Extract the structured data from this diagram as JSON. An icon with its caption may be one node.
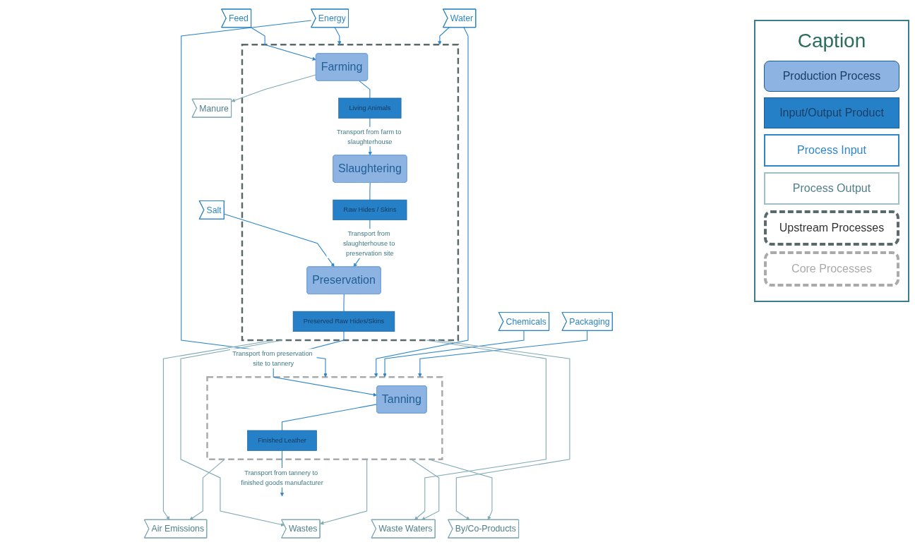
{
  "diagram": {
    "nodes": [
      {
        "text": [
          "Feed"
        ]
      },
      {
        "text": [
          "Salt"
        ]
      },
      {
        "text": [
          "Energy"
        ]
      },
      {
        "text": [
          "Water"
        ]
      },
      {
        "text": [
          "Chemicals"
        ]
      },
      {
        "text": [
          "Packaging"
        ]
      },
      {
        "text": [],
        "shape": "box"
      },
      {
        "text": [
          "Farming"
        ],
        "in": 6
      },
      {
        "text": [
          "Living Animals"
        ],
        "in": 6
      },
      {
        "text": [
          "Slaughtering"
        ],
        "in": 6
      },
      {
        "text": [
          "Raw Hides / Skins"
        ],
        "in": 6
      },
      {
        "text": [
          "Preservation"
        ],
        "in": 6
      },
      {
        "text": [
          "Preserved Raw Hides/Skins"
        ],
        "in": 6
      },
      {
        "text": [],
        "shape": "box"
      },
      {
        "text": [
          "Tanning"
        ],
        "in": 13
      },
      {
        "text": [
          "Finished Leather"
        ],
        "in": 13
      },
      {
        "text": [
          "Manure"
        ]
      },
      {
        "text": [
          "Air Emissions"
        ]
      },
      {
        "text": [
          "Wastes"
        ]
      },
      {
        "text": [
          "Waste Waters"
        ]
      },
      {
        "text": [
          "By/Co-Products"
        ]
      }
    ],
    "edges": [
      {
        "from": 0,
        "to": 7,
        "arrow": "to",
        "color": "#2e86c8"
      },
      {
        "from": 1,
        "to": 11,
        "arrow": "to",
        "color": "#2e86c8"
      },
      {
        "from": 2,
        "to": 6,
        "arrow": "to",
        "color": "#2e86c8"
      },
      {
        "from": 3,
        "to": 6,
        "arrow": "to",
        "color": "#2e86c8"
      },
      {
        "from": 2,
        "to": 13,
        "arrow": "to",
        "color": "#2e86c8"
      },
      {
        "from": 3,
        "to": 13,
        "arrow": "to",
        "color": "#2e86c8"
      },
      {
        "from": 4,
        "to": 13,
        "arrow": "to",
        "color": "#2e86c8"
      },
      {
        "from": 5,
        "to": 13,
        "arrow": "to",
        "color": "#2e86c8"
      },
      {
        "from": 7,
        "to": 8,
        "arrow": "none",
        "color": "#2e86c8"
      },
      {
        "from": 8,
        "to": 9,
        "arrow": "to",
        "label": "Transport from farm to slaughterhouse",
        "color": "#2e86c8"
      },
      {
        "from": 9,
        "to": 10,
        "arrow": "none",
        "color": "#2e86c8"
      },
      {
        "from": 10,
        "to": 11,
        "arrow": "to",
        "label": "Transport from slaughterhouse to preservation site",
        "color": "#2e86c8"
      },
      {
        "from": 11,
        "to": 12,
        "arrow": "none",
        "color": "#2e86c8"
      },
      {
        "from": 12,
        "to": 14,
        "arrow": "to",
        "label": "Transport from preservation site to tannery",
        "color": "#2e86c8"
      },
      {
        "from": 14,
        "to": 15,
        "arrow": "none",
        "color": "#2e86c8"
      },
      {
        "from": 15,
        "to": null,
        "arrow": "to",
        "label": "Transport from tannery to finished goods manufacturer",
        "color": "#2e86c8"
      },
      {
        "from": 7,
        "to": 16,
        "arrow": "to"
      },
      {
        "from": 6,
        "to": 17,
        "arrow": "to"
      },
      {
        "from": 6,
        "to": 18,
        "arrow": "to"
      },
      {
        "from": 6,
        "to": 19,
        "arrow": "to"
      },
      {
        "from": 6,
        "to": 20,
        "arrow": "to"
      },
      {
        "from": 13,
        "to": 17,
        "arrow": "to"
      },
      {
        "from": 13,
        "to": 18,
        "arrow": "to"
      },
      {
        "from": 13,
        "to": 19,
        "arrow": "to"
      },
      {
        "from": 13,
        "to": 20,
        "arrow": "to"
      }
    ],
    "labels": [
      "Caption"
    ],
    "legend": [
      {
        "text": "Production Process",
        "color": "#8db3e2"
      },
      {
        "text": "Input/Output Product",
        "color": "#2680c8"
      },
      {
        "text": "Process Input"
      },
      {
        "text": "Process Output"
      },
      {
        "text": "Upstream Processes"
      },
      {
        "text": "Core Processes"
      }
    ]
  }
}
